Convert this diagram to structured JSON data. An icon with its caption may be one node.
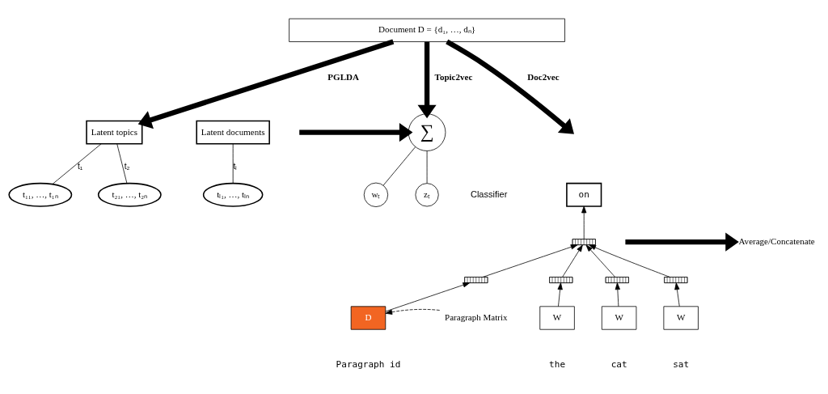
{
  "diagram": {
    "nodes": [
      {
        "text": [
          "Document D = {d₁, …, dₙ}"
        ]
      },
      {
        "text": [
          "Latent topics"
        ]
      },
      {
        "text": [
          "Latent documents"
        ]
      },
      {
        "text": [
          "t₁₁, …, t₁ₙ"
        ]
      },
      {
        "text": [
          "t₂₁, …, t₂ₙ"
        ]
      },
      {
        "text": [
          "tₗ₁, …, tₗₙ"
        ]
      },
      {
        "text": [
          "on"
        ]
      },
      {
        "text": [],
        "shape": "bar"
      },
      {
        "text": [],
        "shape": "bar"
      },
      {
        "text": [],
        "shape": "bar"
      },
      {
        "text": [],
        "shape": "bar"
      },
      {
        "text": [],
        "shape": "bar"
      },
      {
        "text": [
          "D"
        ],
        "beside": [
          "Paragraph id"
        ]
      },
      {
        "text": [
          "W"
        ],
        "beside": [
          "the"
        ]
      },
      {
        "text": [
          "W"
        ],
        "beside": [
          "cat"
        ]
      },
      {
        "text": [
          "W"
        ],
        "beside": [
          "sat"
        ]
      },
      {
        "text": [
          "Paragraph Matrix"
        ]
      },
      {
        "text": [
          "Average/Concatenate"
        ]
      },
      {
        "text": [
          "∑"
        ]
      },
      {
        "text": [
          "wₜ"
        ]
      },
      {
        "text": [
          "zₜ"
        ]
      }
    ],
    "edges": [
      {
        "from": 0,
        "to": 1,
        "arrow": "to",
        "label": "PGLDA",
        "style": "thick"
      },
      {
        "from": 0,
        "to": null,
        "arrow": "to",
        "label": "Doc2vec",
        "style": "thick"
      },
      {
        "from": 0,
        "to": 18,
        "arrow": "to",
        "label": "Topic2vec",
        "style": "thick"
      },
      {
        "from": 1,
        "to": 3,
        "arrow": "none",
        "label": "t₁"
      },
      {
        "from": 1,
        "to": 4,
        "arrow": "none",
        "label": "t₂"
      },
      {
        "from": 2,
        "to": 5,
        "arrow": "none",
        "label": "tₗ"
      },
      {
        "from": null,
        "to": 17,
        "arrow": "to",
        "style": "thick"
      },
      {
        "from": 16,
        "to": 12,
        "arrow": "to",
        "style": "dashed"
      },
      {
        "from": 12,
        "to": 8,
        "arrow": "to"
      },
      {
        "from": 13,
        "to": 9,
        "arrow": "to"
      },
      {
        "from": 14,
        "to": 10,
        "arrow": "to"
      },
      {
        "from": 15,
        "to": 11,
        "arrow": "to"
      },
      {
        "from": 8,
        "to": 7,
        "arrow": "to"
      },
      {
        "from": 9,
        "to": 7,
        "arrow": "to"
      },
      {
        "from": 10,
        "to": 7,
        "arrow": "to"
      },
      {
        "from": 11,
        "to": 7,
        "arrow": "to"
      },
      {
        "from": 7,
        "to": 6,
        "arrow": "to"
      },
      {
        "from": null,
        "to": 18,
        "arrow": "to",
        "style": "thick"
      },
      {
        "from": 18,
        "to": 19,
        "arrow": "none"
      },
      {
        "from": 18,
        "to": 20,
        "arrow": "none"
      }
    ],
    "labels": [
      "Classifier"
    ]
  }
}
